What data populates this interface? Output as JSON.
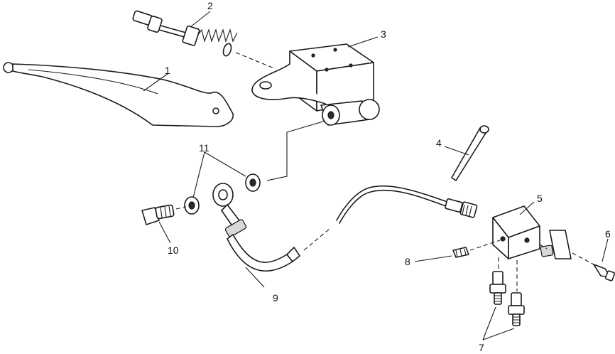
{
  "callouts": [
    {
      "id": "brake-lever",
      "label": "1"
    },
    {
      "id": "piston-assembly",
      "label": "2"
    },
    {
      "id": "master-cylinder",
      "label": "3"
    },
    {
      "id": "cable-tie",
      "label": "4"
    },
    {
      "id": "brake-block",
      "label": "5"
    },
    {
      "id": "bolt-right",
      "label": "6"
    },
    {
      "id": "bleeder-fittings",
      "label": "7"
    },
    {
      "id": "bleeder-screw",
      "label": "8"
    },
    {
      "id": "brake-hose",
      "label": "9"
    },
    {
      "id": "banjo-bolt",
      "label": "10"
    },
    {
      "id": "washers",
      "label": "11"
    }
  ]
}
